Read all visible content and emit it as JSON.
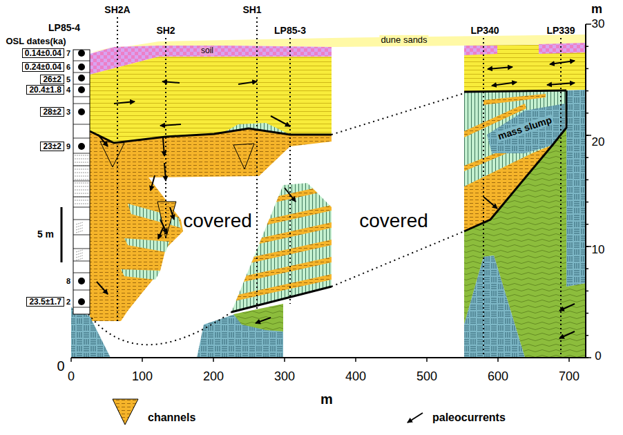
{
  "diagram": {
    "nodes": [
      {
        "text": [
          "0.14±0.04"
        ]
      },
      {
        "text": [
          "0.24±0.04"
        ]
      },
      {
        "text": [
          "26±2"
        ]
      },
      {
        "text": [
          "20.4±1.8"
        ]
      },
      {
        "text": [
          "28±2"
        ]
      },
      {
        "text": [
          "23±2"
        ]
      },
      {
        "text": [
          "23.5±1.7"
        ]
      }
    ],
    "labels": [
      "OSL dates(ka)",
      "LP85-4",
      "SH2A",
      "SH2",
      "SH1",
      "LP85-3",
      "LP340",
      "LP339",
      "m",
      "7",
      "6",
      "5",
      "4",
      "3",
      "9",
      "8",
      "2",
      "5 m",
      "soil",
      "dune sands",
      "covered",
      "covered",
      "mass slump",
      "30",
      "20",
      "10",
      "0",
      "0",
      "0",
      "100",
      "200",
      "300",
      "400",
      "500",
      "600",
      "700",
      "m"
    ],
    "legend": [
      {
        "text": "channels"
      },
      {
        "text": "paleocurrents"
      }
    ]
  }
}
